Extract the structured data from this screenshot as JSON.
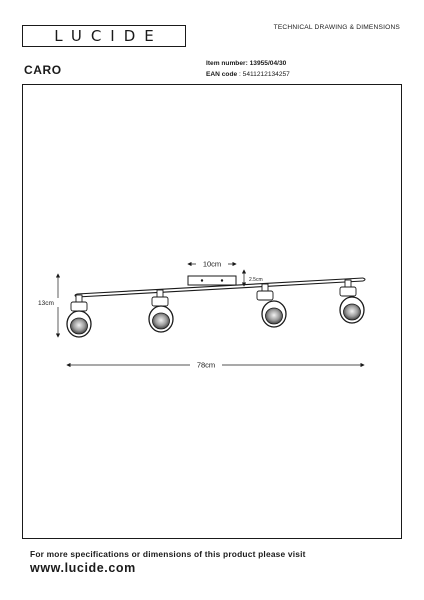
{
  "header": {
    "brand_logo": "LUCIDE",
    "doc_type": "TECHNICAL DRAWING & DIMENSIONS"
  },
  "product": {
    "name": "CARO",
    "item_number_label": "Item number:",
    "item_number": "13955/04/30",
    "ean_label": "EAN code",
    "ean": ": 5411212134257"
  },
  "dimensions": {
    "width": "10cm",
    "height": "13cm",
    "depth": "2.5cm",
    "length": "78cm"
  },
  "footer": {
    "note": "For more specifications or dimensions of this product please visit",
    "url": "www.lucide.com"
  }
}
